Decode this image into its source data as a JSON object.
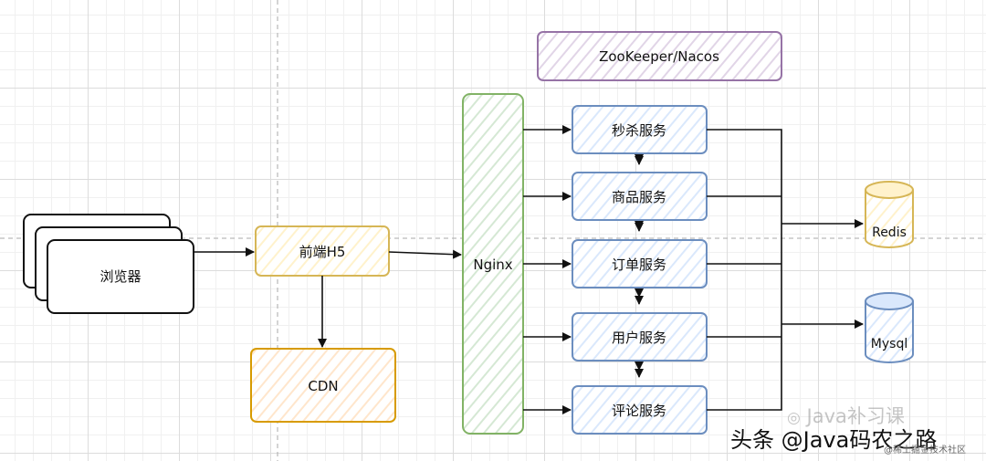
{
  "diagram": {
    "browser_label": "浏览器",
    "frontend_label": "前端H5",
    "cdn_label": "CDN",
    "nginx_label": "Nginx",
    "registry_label": "ZooKeeper/Nacos",
    "services": [
      "秒杀服务",
      "商品服务",
      "订单服务",
      "用户服务",
      "评论服务"
    ],
    "redis_label": "Redis",
    "mysql_label": "Mysql"
  },
  "watermark": {
    "line1": "Java补习课",
    "line2": "头条 @Java码农之路",
    "line3": "@稀土掘金技术社区"
  },
  "colors": {
    "yellow": "#d6b656",
    "yellow_fill": "#fff2cc",
    "green": "#82b366",
    "green_fill": "#d5e8d4",
    "purple": "#9673a6",
    "purple_fill": "#e1d5e7",
    "blue": "#6c8ebf",
    "blue_fill": "#dae8fc",
    "orange": "#d79b00",
    "orange_fill": "#ffe6cc"
  }
}
